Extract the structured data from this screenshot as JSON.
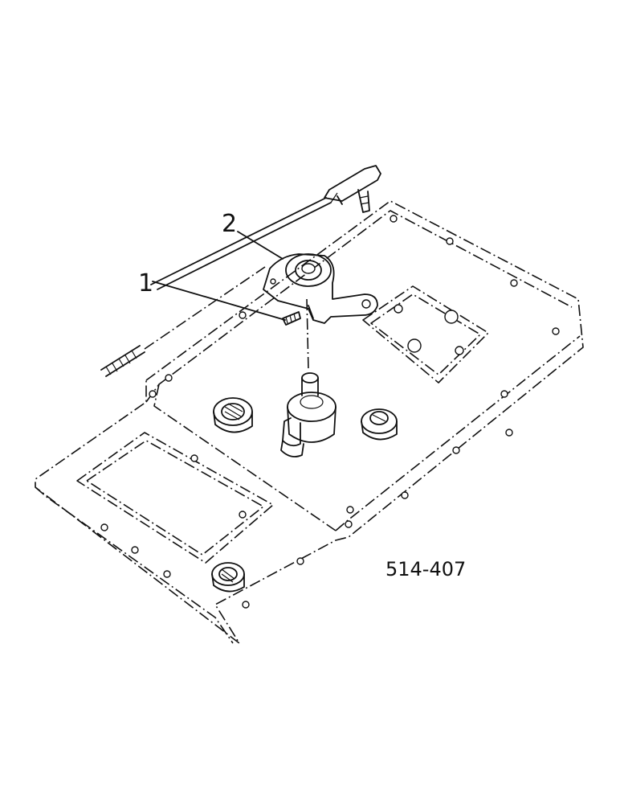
{
  "callouts": {
    "item1": "1",
    "item2": "2"
  },
  "figure_number": "514-407"
}
